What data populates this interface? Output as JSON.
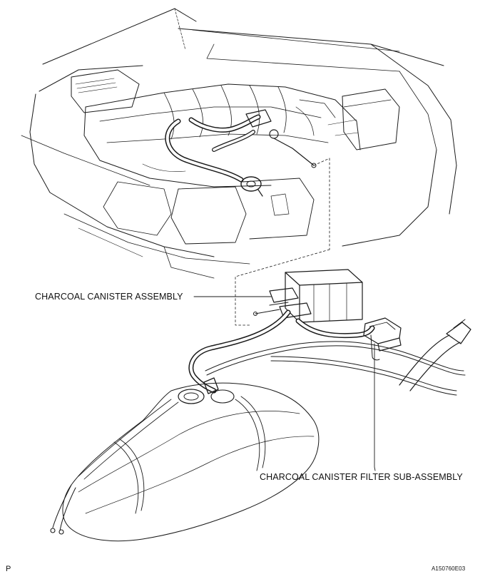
{
  "callouts": {
    "canister": "CHARCOAL CANISTER ASSEMBLY",
    "filter": "CHARCOAL CANISTER FILTER SUB-ASSEMBLY"
  },
  "footer": {
    "page_mark": "P",
    "figure_code": "A150760E03"
  },
  "colors": {
    "ink": "#1a1a1a",
    "background": "#ffffff"
  }
}
